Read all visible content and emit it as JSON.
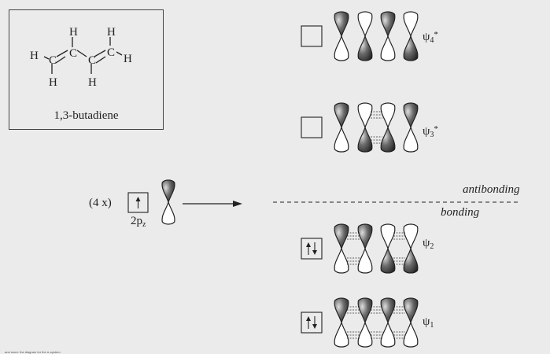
{
  "molecule": {
    "name": "1,3-butadiene",
    "atoms": {
      "h1": "H",
      "h2": "H",
      "h3": "H",
      "h4": "H",
      "h5": "H",
      "h6": "H",
      "c1": "C",
      "c2": "C",
      "c3": "C",
      "c4": "C"
    }
  },
  "atomic_orbital": {
    "count_label": "(4 x)",
    "orbital_label": "2p",
    "orbital_subscript": "z",
    "electrons": 1
  },
  "level_divider": {
    "upper_label": "antibonding",
    "lower_label": "bonding"
  },
  "molecular_orbitals": [
    {
      "label": "ψ",
      "subscript": "4",
      "star": "*",
      "electrons": 0,
      "top_lobes_shaded": [
        true,
        false,
        true,
        false
      ]
    },
    {
      "label": "ψ",
      "subscript": "3",
      "star": "*",
      "electrons": 0,
      "top_lobes_shaded": [
        true,
        false,
        false,
        true
      ]
    },
    {
      "label": "ψ",
      "subscript": "2",
      "star": "",
      "electrons": 2,
      "top_lobes_shaded": [
        true,
        true,
        false,
        false
      ]
    },
    {
      "label": "ψ",
      "subscript": "1",
      "star": "",
      "electrons": 2,
      "top_lobes_shaded": [
        true,
        true,
        true,
        true
      ]
    }
  ],
  "footer_text": "and more: the diagram for the π-system",
  "colors": {
    "background": "#ebebeb",
    "line": "#222222",
    "lobe_shade_dark": "#222222",
    "lobe_shade_light": "#bdbdbd"
  }
}
